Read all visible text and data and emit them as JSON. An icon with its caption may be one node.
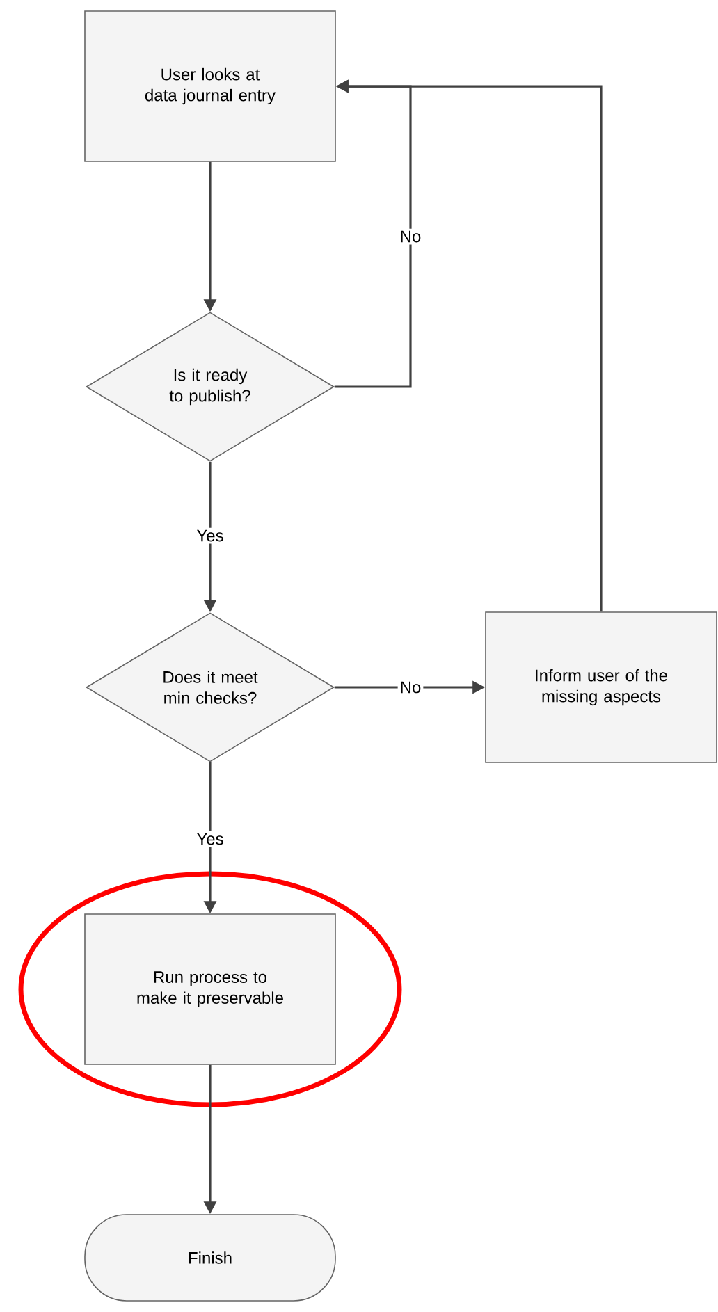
{
  "diagram": {
    "nodes": [
      {
        "text": [
          "User looks at data journal entry"
        ]
      },
      {
        "text": [
          "Is it ready to publish?"
        ]
      },
      {
        "text": [
          "Does it meet min checks?"
        ]
      },
      {
        "text": [
          "Inform user of the missing aspects"
        ]
      },
      {
        "text": [
          "Run process to make it preservable"
        ]
      },
      {
        "text": [
          "Finish"
        ]
      }
    ],
    "edges": [
      {
        "from": 0,
        "to": 1,
        "arrow": "to"
      },
      {
        "from": 1,
        "to": 0,
        "arrow": "to",
        "label": "No"
      },
      {
        "from": 1,
        "to": 2,
        "arrow": "to",
        "label": "Yes"
      },
      {
        "from": 2,
        "to": 3,
        "arrow": "to",
        "label": "No"
      },
      {
        "from": 3,
        "to": 0,
        "arrow": "to"
      },
      {
        "from": 2,
        "to": 4,
        "arrow": "to",
        "label": "Yes"
      },
      {
        "from": 4,
        "to": 5,
        "arrow": "to"
      }
    ]
  }
}
